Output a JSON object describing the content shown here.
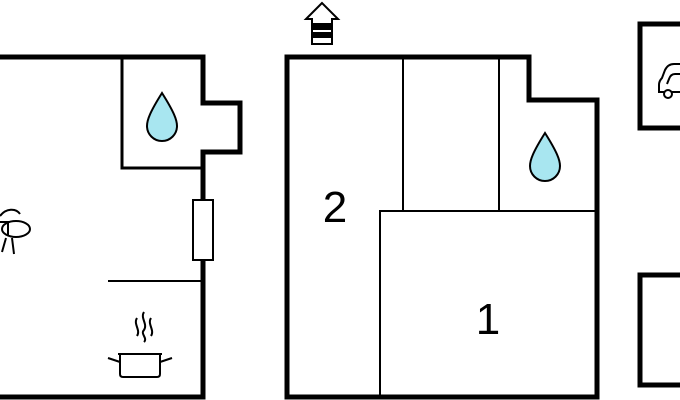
{
  "colors": {
    "wall": "#000000",
    "background": "#ffffff",
    "water": "#a8e6f0"
  },
  "rooms": [
    {
      "id": "room-2",
      "label": "2"
    },
    {
      "id": "room-1",
      "label": "1"
    }
  ],
  "icons": {
    "entrance": "entrance-arrow-icon",
    "bathroom": "water-drop-icon",
    "living": "armchair-icon",
    "kitchen": "cooking-pot-icon",
    "garage": "car-icon",
    "radiator": "radiator-icon"
  }
}
